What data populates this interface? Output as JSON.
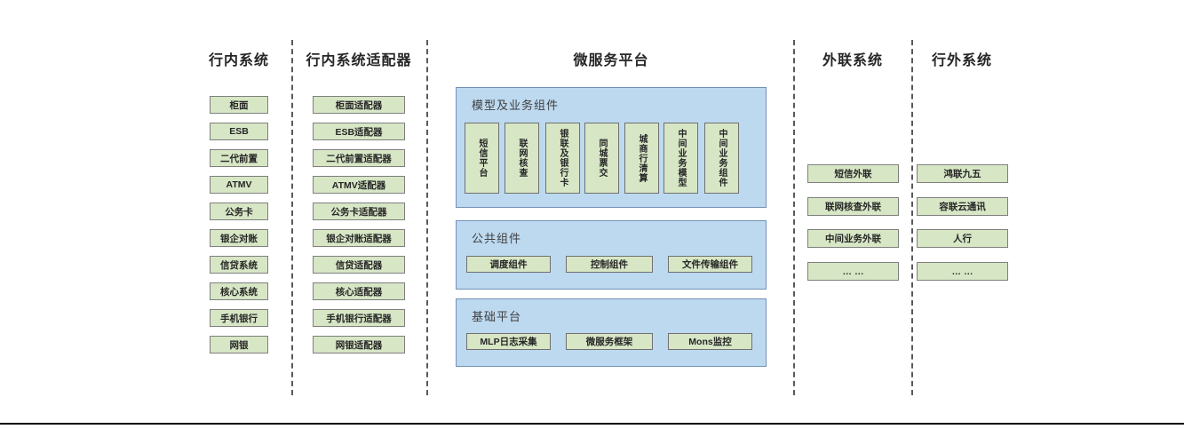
{
  "colors": {
    "node_fill": "#d7e6c5",
    "node_border": "#7f7f7f",
    "panel_fill": "#bdd9f0",
    "panel_border": "#7292b5",
    "divider": "#595959",
    "text": "#262626"
  },
  "columns": [
    {
      "title": "行内系统",
      "items": [
        "柜面",
        "ESB",
        "二代前置",
        "ATMV",
        "公务卡",
        "银企对账",
        "信贷系统",
        "核心系统",
        "手机银行",
        "网银"
      ]
    },
    {
      "title": "行内系统适配器",
      "items": [
        "柜面适配器",
        "ESB适配器",
        "二代前置适配器",
        "ATMV适配器",
        "公务卡适配器",
        "银企对账适配器",
        "信贷适配器",
        "核心适配器",
        "手机银行适配器",
        "网银适配器"
      ]
    },
    {
      "title": "微服务平台",
      "sections": [
        {
          "label": "模型及业务组件",
          "items": [
            "短信平台",
            "联网核查",
            "银联及银行卡",
            "同城票交",
            "城商行清算",
            "中间业务模型",
            "中间业务组件"
          ]
        },
        {
          "label": "公共组件",
          "items": [
            "调度组件",
            "控制组件",
            "文件传输组件"
          ]
        },
        {
          "label": "基础平台",
          "items": [
            "MLP日志采集",
            "微服务框架",
            "Mons监控"
          ]
        }
      ]
    },
    {
      "title": "外联系统",
      "items": [
        "短信外联",
        "联网核查外联",
        "中间业务外联",
        "… …"
      ]
    },
    {
      "title": "行外系统",
      "items": [
        "鸿联九五",
        "容联云通讯",
        "人行",
        "… …"
      ]
    }
  ]
}
